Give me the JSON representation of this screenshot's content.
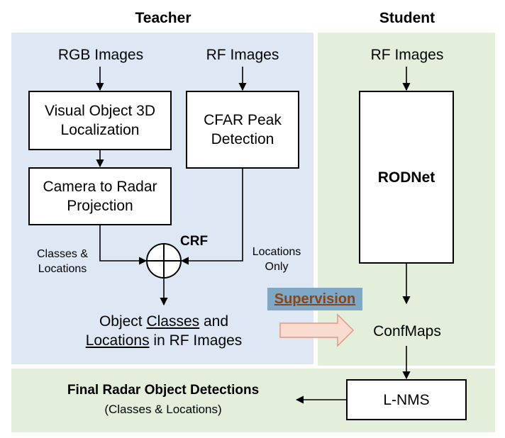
{
  "teacher": {
    "heading": "Teacher",
    "rgb_images": "RGB Images",
    "rf_images": "RF Images",
    "visual_box": [
      "Visual Object 3D",
      "Localization"
    ],
    "cfar_box": [
      "CFAR Peak",
      "Detection"
    ],
    "projection_box": [
      "Camera to Radar",
      "Projection"
    ],
    "crf_label": "CRF",
    "classes_locations": [
      "Classes &",
      "Locations"
    ],
    "locations_only": [
      "Locations",
      "Only"
    ],
    "output_line1": {
      "pre": "Object ",
      "u": "Classes",
      "post": " and"
    },
    "output_line2": {
      "u": "Locations",
      "post": " in RF Images"
    }
  },
  "student": {
    "heading": "Student",
    "rf_images": "RF Images",
    "rodnet": "RODNet",
    "confmaps": "ConfMaps",
    "lnms": "L-NMS"
  },
  "supervision": "Supervision",
  "final": {
    "title": "Final Radar Object Detections",
    "subtitle": "(Classes & Locations)"
  },
  "colors": {
    "teacher_bg": "#dde8f4",
    "student_bg": "#e3eedb",
    "supervision_bg": "#7fa7c6",
    "supervision_text": "#8b4513",
    "arrow_fill": "#f9dccf",
    "arrow_stroke": "#e09a80"
  }
}
